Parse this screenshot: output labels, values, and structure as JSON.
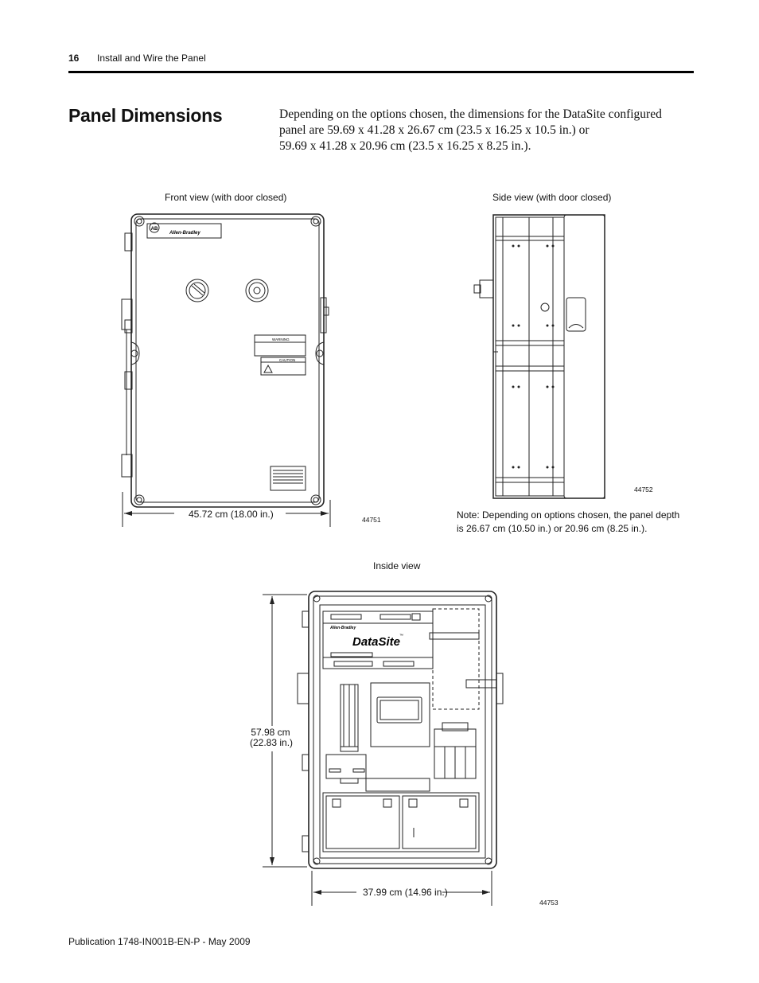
{
  "header": {
    "page_number": "16",
    "section": "Install and Wire the Panel"
  },
  "title": "Panel Dimensions",
  "intro_lines": [
    "Depending on the options chosen, the dimensions for the DataSite configured",
    "panel are 59.69 x 41.28 x 26.67 cm (23.5 x 16.25 x 10.5 in.) or",
    "59.69 x 41.28 x 20.96 cm (23.5 x 16.25 x 8.25 in.)."
  ],
  "figures": {
    "front": {
      "caption": "Front view (with door closed)",
      "width_dim": "45.72 cm (18.00 in.)",
      "fig_id": "44751",
      "brand": "Allen-Bradley",
      "logo": "AB",
      "warning_label": "WARNING",
      "caution_label": "CAUTION"
    },
    "side": {
      "caption": "Side view (with door closed)",
      "fig_id": "44752",
      "note_lines": [
        "Note: Depending on options chosen, the panel depth",
        "is 26.67 cm (10.50 in.) or 20.96 cm (8.25 in.)."
      ]
    },
    "inside": {
      "caption": "Inside view",
      "height_dim_1": "57.98 cm",
      "height_dim_2": "(22.83 in.)",
      "width_dim": "37.99 cm (14.96 in.)",
      "fig_id": "44753",
      "product": "DataSite",
      "trademark": "™",
      "brand": "Allen-Bradley"
    }
  },
  "footer": "Publication 1748-IN001B-EN-P - May 2009"
}
